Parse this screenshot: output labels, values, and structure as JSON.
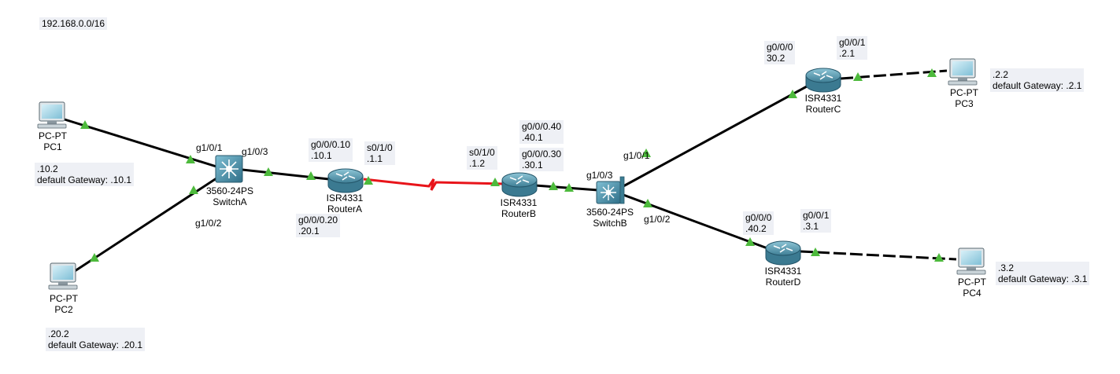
{
  "network_note": "192.168.0.0/16",
  "devices": {
    "pc1": {
      "model": "PC-PT",
      "name": "PC1"
    },
    "pc2": {
      "model": "PC-PT",
      "name": "PC2"
    },
    "pc3": {
      "model": "PC-PT",
      "name": "PC3"
    },
    "pc4": {
      "model": "PC-PT",
      "name": "PC4"
    },
    "switchA": {
      "model": "3560-24PS",
      "name": "SwitchA"
    },
    "switchB": {
      "model": "3560-24PS",
      "name": "SwitchB"
    },
    "routerA": {
      "model": "ISR4331",
      "name": "RouterA"
    },
    "routerB": {
      "model": "ISR4331",
      "name": "RouterB"
    },
    "routerC": {
      "model": "ISR4331",
      "name": "RouterC"
    },
    "routerD": {
      "model": "ISR4331",
      "name": "RouterD"
    }
  },
  "notes": {
    "pc1_ip": ".10.2",
    "pc1_gw": "default Gateway: .10.1",
    "pc2_ip": ".20.2",
    "pc2_gw": "default Gateway: .20.1",
    "pc3_ip": ".2.2",
    "pc3_gw": "default Gateway: .2.1",
    "pc4_ip": ".3.2",
    "pc4_gw": "default Gateway: .3.1",
    "ra_sub10_if": "g0/0/0.10",
    "ra_sub10_ip": ".10.1",
    "ra_sub20_if": "g0/0/0.20",
    "ra_sub20_ip": ".20.1",
    "ra_s0_if": "s0/1/0",
    "ra_s0_ip": ".1.1",
    "rb_s0_if": "s0/1/0",
    "rb_s0_ip": ".1.2",
    "rb_sub40_if": "g0/0/0.40",
    "rb_sub40_ip": ".40.1",
    "rb_sub30_if": "g0/0/0.30",
    "rb_sub30_ip": ".30.1",
    "rc_g0_if": "g0/0/0",
    "rc_g0_ip": "30.2",
    "rc_g1_if": "g0/0/1",
    "rc_g1_ip": ".2.1",
    "rd_g0_if": "g0/0/0",
    "rd_g0_ip": ".40.2",
    "rd_g1_if": "g0/0/1",
    "rd_g1_ip": ".3.1"
  },
  "interfaces": {
    "swa_g1": "g1/0/1",
    "swa_g2": "g1/0/2",
    "swa_g3": "g1/0/3",
    "swb_g1": "g1/0/1",
    "swb_g2": "g1/0/2",
    "swb_g3": "g1/0/3"
  },
  "colors": {
    "link": "#000000",
    "serial_link": "#e8141a",
    "link_up": "#4dba3c",
    "device_body": "#4f93ab",
    "note_bg": "#eef0f5"
  },
  "links": [
    {
      "from": "PC1",
      "to": "SwitchA",
      "type": "copper straight-through",
      "status": "up"
    },
    {
      "from": "PC2",
      "to": "SwitchA",
      "type": "copper straight-through",
      "status": "up"
    },
    {
      "from": "SwitchA",
      "to": "RouterA",
      "type": "copper straight-through",
      "status": "up"
    },
    {
      "from": "RouterA",
      "to": "RouterB",
      "type": "serial",
      "status": "up"
    },
    {
      "from": "RouterB",
      "to": "SwitchB",
      "type": "copper straight-through",
      "status": "up"
    },
    {
      "from": "SwitchB",
      "to": "RouterC",
      "type": "copper straight-through",
      "status": "up"
    },
    {
      "from": "SwitchB",
      "to": "RouterD",
      "type": "copper straight-through",
      "status": "up"
    },
    {
      "from": "RouterC",
      "to": "PC3",
      "type": "copper cross-over",
      "status": "up"
    },
    {
      "from": "RouterD",
      "to": "PC4",
      "type": "copper cross-over",
      "status": "up"
    }
  ]
}
